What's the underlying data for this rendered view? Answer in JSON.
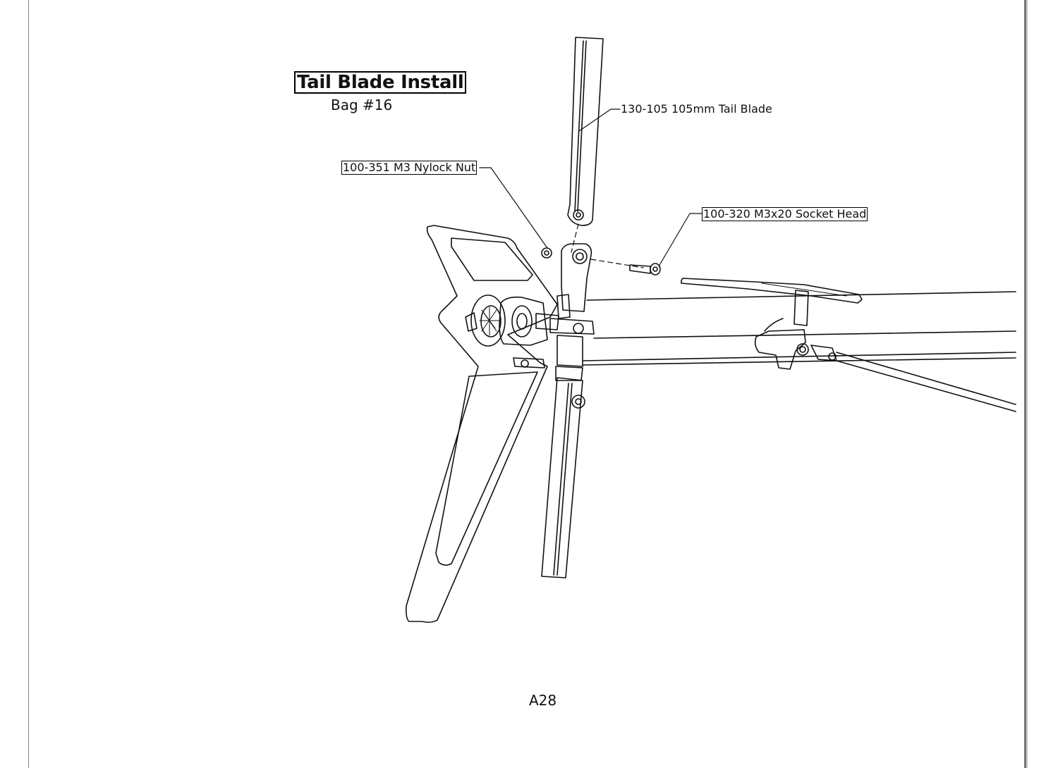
{
  "title": "Tail Blade Install",
  "subtitle": "Bag #16",
  "callouts": {
    "tail_blade": "130-105 105mm Tail Blade",
    "nylock_nut": "100-351 M3 Nylock Nut",
    "socket_head": "100-320 M3x20 Socket Head"
  },
  "page_number": "A28"
}
